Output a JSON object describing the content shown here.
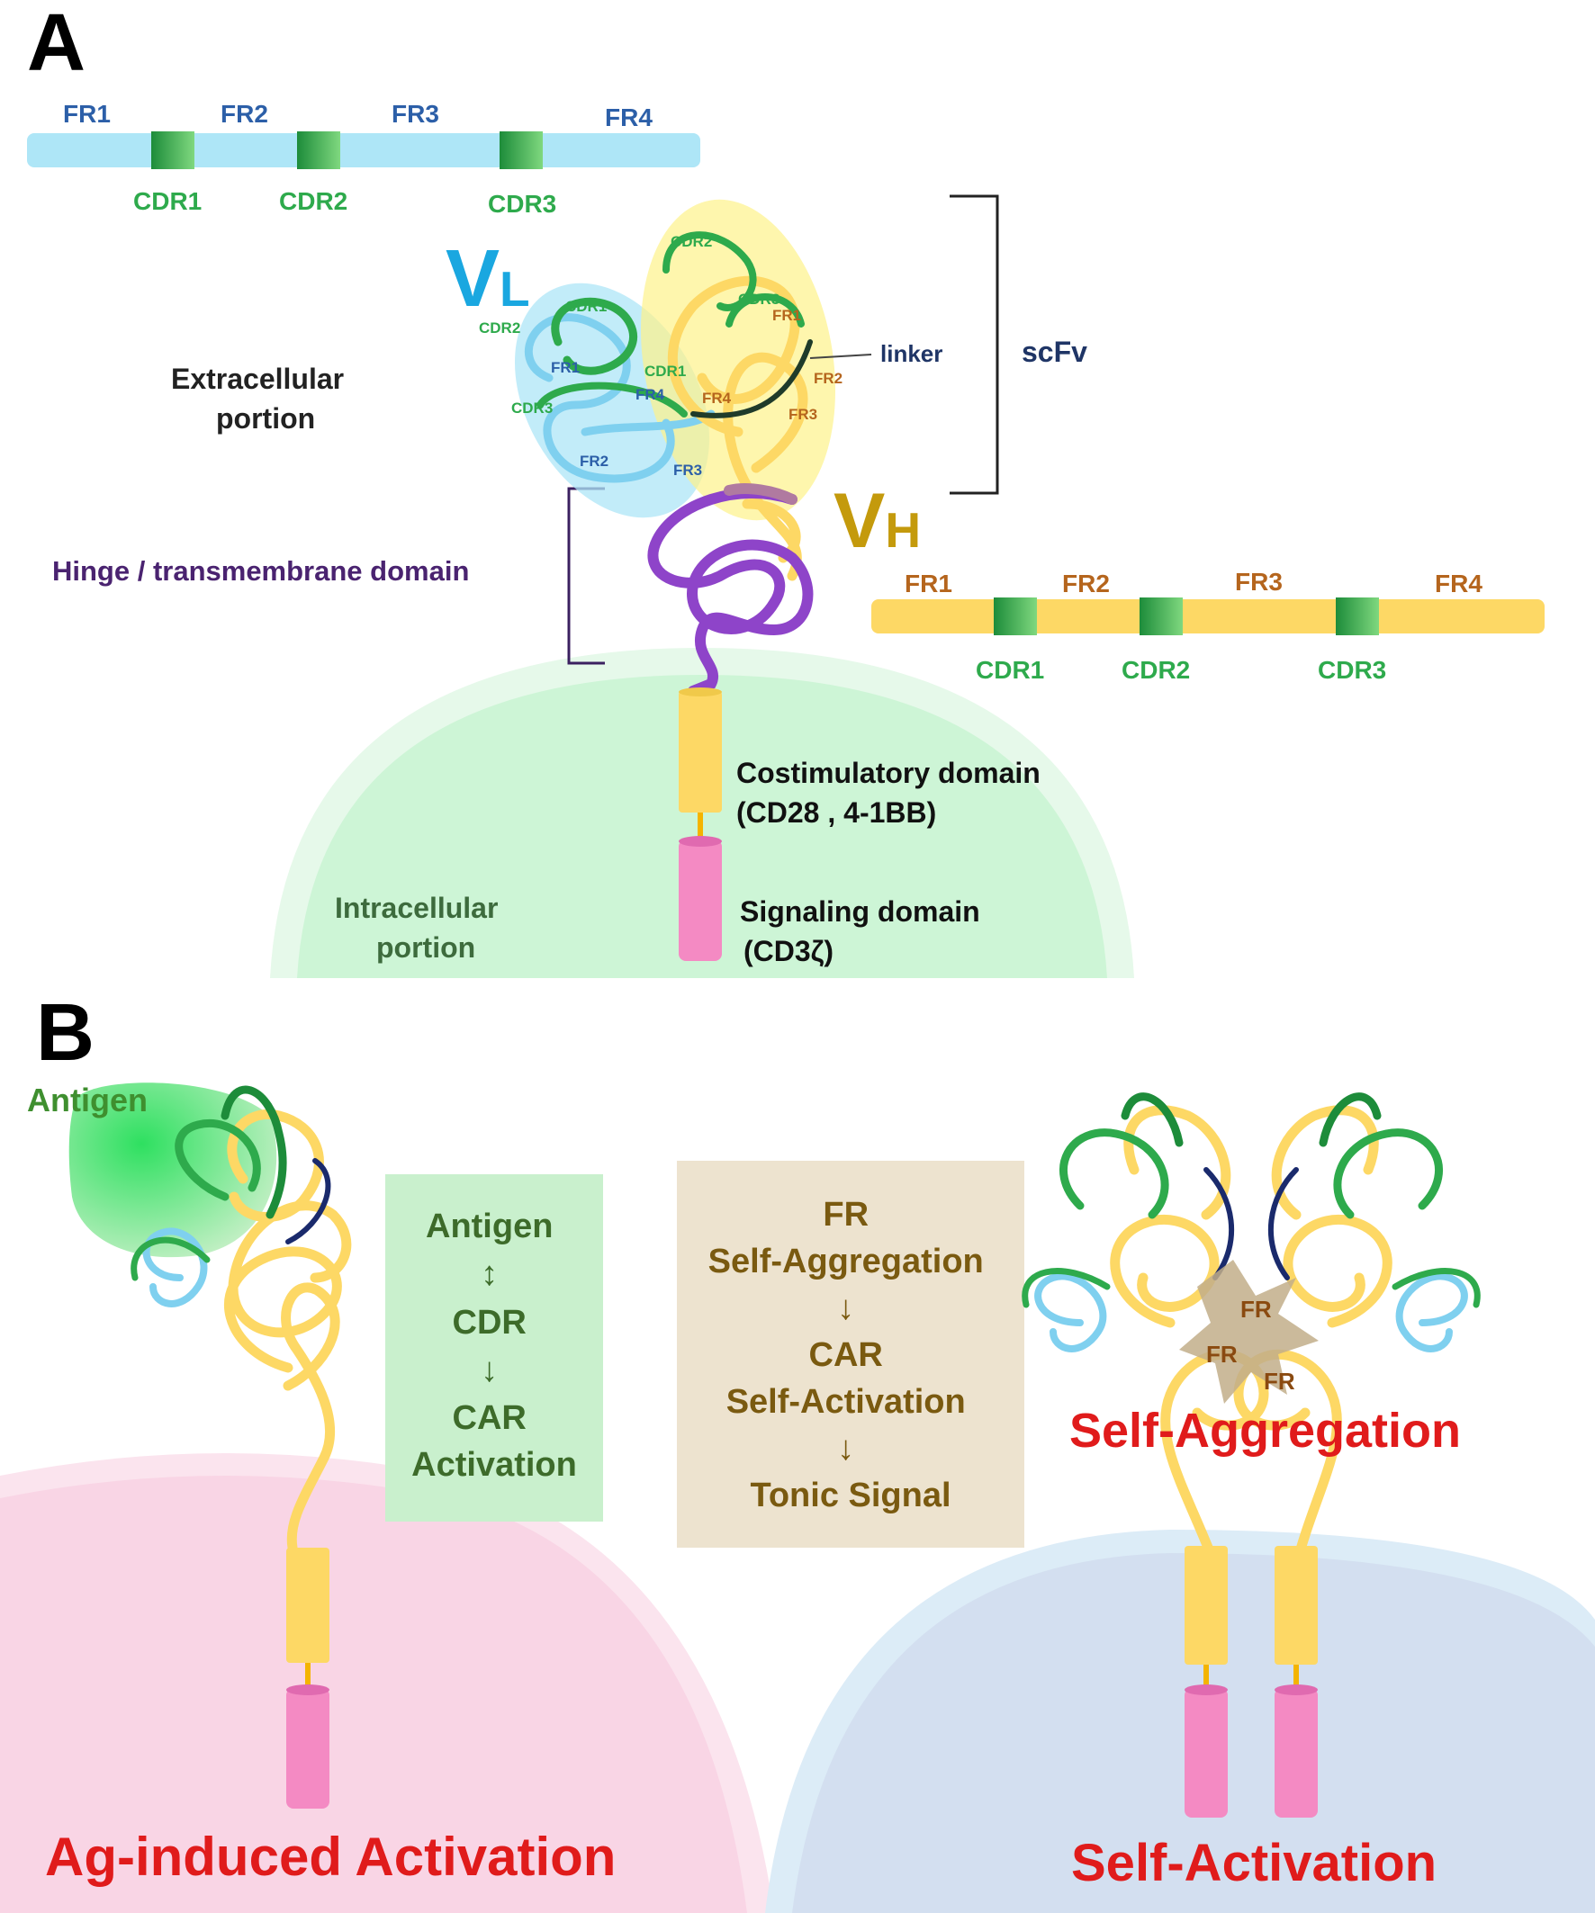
{
  "panelA": {
    "letter": "A",
    "vl_bar": {
      "fr": [
        "FR1",
        "FR2",
        "FR3",
        "FR4"
      ],
      "cdr": [
        "CDR1",
        "CDR2",
        "CDR3"
      ]
    },
    "vh_bar": {
      "fr": [
        "FR1",
        "FR2",
        "FR3",
        "FR4"
      ],
      "cdr": [
        "CDR1",
        "CDR2",
        "CDR3"
      ]
    },
    "vl_main": "V",
    "vl_sub": "L",
    "vh_main": "V",
    "vh_sub": "H",
    "vl_loop_labels": {
      "cdr1": "CDR1",
      "cdr2": "CDR2",
      "cdr3": "CDR3",
      "fr1": "FR1",
      "fr2": "FR2",
      "fr3": "FR3",
      "fr4": "FR4"
    },
    "vh_loop_labels": {
      "cdr1": "CDR1",
      "cdr2": "CDR2",
      "cdr3": "CDR3",
      "fr1": "FR1",
      "fr2": "FR2",
      "fr3": "FR3",
      "fr4": "FR4"
    },
    "linker": "linker",
    "scfv": "scFv",
    "extracellular": [
      "Extracellular",
      "portion"
    ],
    "hinge": "Hinge / transmembrane domain",
    "costim": [
      "Costimulatory domain",
      "(CD28 , 4-1BB)"
    ],
    "signaling": [
      "Signaling domain",
      "(CD3ζ)"
    ],
    "intracellular": [
      "Intracellular",
      "portion"
    ]
  },
  "panelB": {
    "letter": "B",
    "antigen": "Antigen",
    "green_box": [
      "Antigen",
      "↕",
      "CDR",
      "↓",
      "CAR",
      "Activation"
    ],
    "tan_box": [
      "FR",
      "Self-Aggregation",
      "↓",
      "CAR",
      "Self-Activation",
      "↓",
      "Tonic Signal"
    ],
    "fr_tags": [
      "FR",
      "FR",
      "FR"
    ],
    "self_aggregation": "Self-Aggregation",
    "ag_activation": "Ag-induced Activation",
    "self_activation": "Self-Activation"
  },
  "colors": {
    "vl_light": "#aee6f7",
    "vh_yellow": "#fdd865",
    "cdr_green": "#2eaa4c",
    "fr_blue": "#2c5fa8",
    "fr_brown": "#b5651d",
    "hinge_purple": "#8e44c9",
    "signal_pink": "#f48ac3",
    "title_red": "#e01b1b",
    "vl_text": "#1aa7e0",
    "vh_text": "#c49a0c"
  }
}
